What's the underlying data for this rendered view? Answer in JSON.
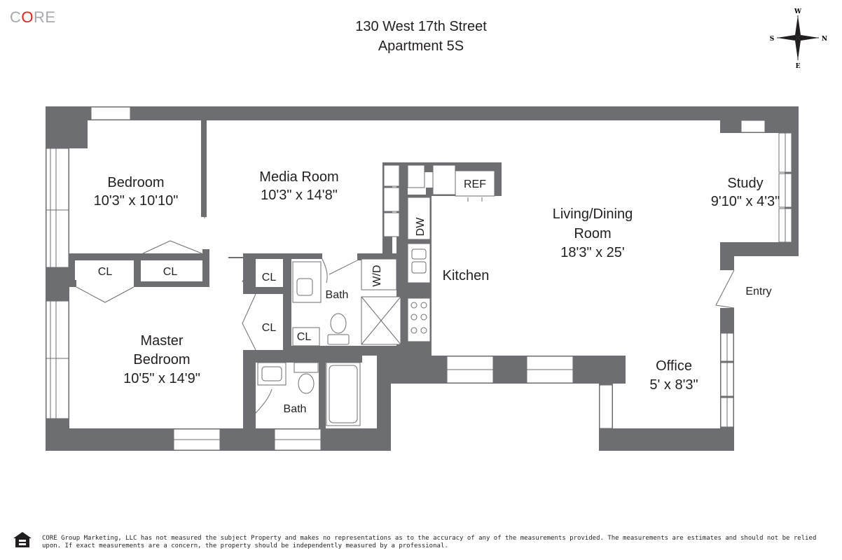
{
  "brand": {
    "logo_pre": "C",
    "logo_accent": "O",
    "logo_post": "RE"
  },
  "header": {
    "address": "130 West 17th Street",
    "unit": "Apartment 5S"
  },
  "compass": {
    "w": "W",
    "e": "E",
    "s": "S",
    "n": "N"
  },
  "rooms": {
    "bedroom": {
      "name": "Bedroom",
      "dims": "10'3\" x 10'10\""
    },
    "media": {
      "name": "Media Room",
      "dims": "10'3\" x 14'8\""
    },
    "living": {
      "name1": "Living/Dining",
      "name2": "Room",
      "dims": "18'3\" x 25'"
    },
    "study": {
      "name": "Study",
      "dims": "9'10\" x 4'3\""
    },
    "master": {
      "name1": "Master",
      "name2": "Bedroom",
      "dims": "10'5\" x 14'9\""
    },
    "office": {
      "name": "Office",
      "dims": "5' x 8'3\""
    },
    "kitchen": {
      "name": "Kitchen"
    },
    "bath1": {
      "name": "Bath"
    },
    "bath2": {
      "name": "Bath"
    },
    "entry": {
      "name": "Entry"
    }
  },
  "fixtures": {
    "ref": "REF",
    "dw": "DW",
    "wd": "W/D",
    "cl": "CL"
  },
  "footer": {
    "disclaimer": "CORE Group Marketing, LLC has not measured the subject Property and makes no representations as to the accuracy of any of the measurements provided. The measurements are estimates and should not be relied upon. If exact measurements are a concern, the property should be independently measured by a professional."
  }
}
